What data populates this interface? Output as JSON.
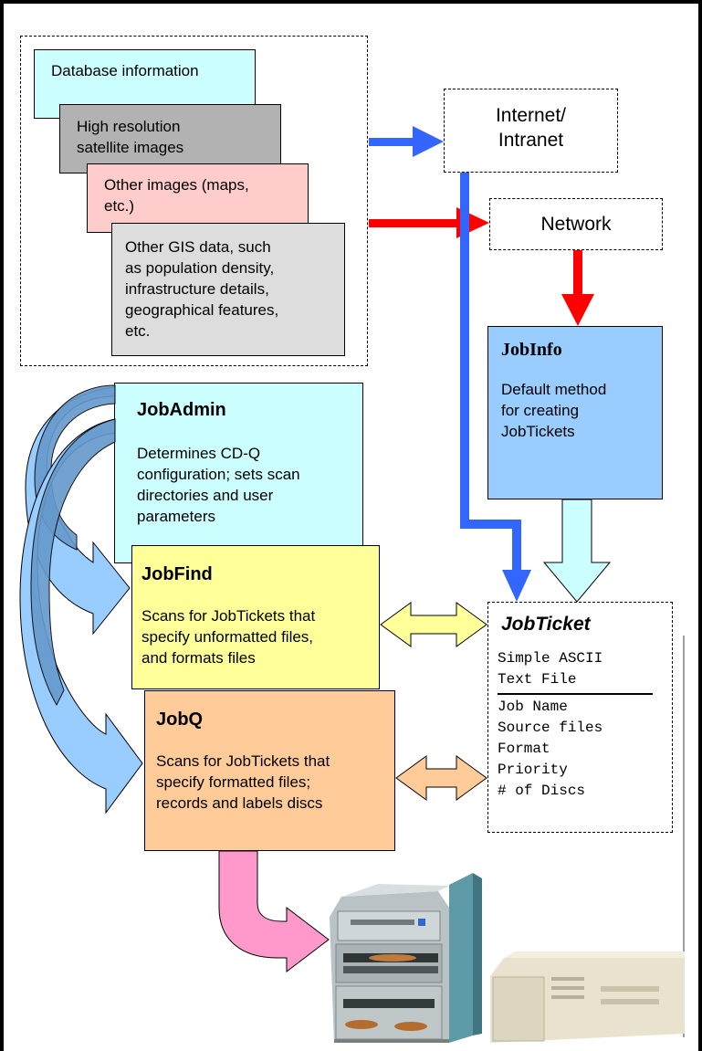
{
  "sources": {
    "database_info": "Database information",
    "satellite": [
      "High resolution",
      "satellite images"
    ],
    "other_images": [
      "Other images (maps,",
      "etc.)"
    ],
    "gis": [
      "Other GIS data, such",
      "as population density,",
      "infrastructure details,",
      "geographical features,",
      "etc."
    ]
  },
  "internet": {
    "lines": [
      "Internet/",
      "Intranet"
    ]
  },
  "network": {
    "label": "Network"
  },
  "jobinfo": {
    "title": "JobInfo",
    "desc": [
      "Default method",
      "for creating",
      "JobTickets"
    ]
  },
  "jobadmin": {
    "title": "JobAdmin",
    "desc": [
      "Determines CD-Q",
      "configuration; sets scan",
      "directories and user",
      "parameters"
    ]
  },
  "jobfind": {
    "title": "JobFind",
    "desc": [
      "Scans for JobTickets that",
      "specify unformatted files,",
      "and formats files"
    ]
  },
  "jobq": {
    "title": "JobQ",
    "desc": [
      "Scans for JobTickets that",
      "specify formatted files;",
      "records and labels discs"
    ]
  },
  "jobticket": {
    "title": "JobTicket",
    "header": [
      "Simple ASCII",
      "Text File"
    ],
    "fields": [
      "Job Name",
      "Source files",
      "Format",
      "Priority",
      "# of Discs"
    ]
  },
  "colors": {
    "cyan": "#ccffff",
    "gray_dark": "#b2b2b2",
    "pink": "#ffcccc",
    "gray_light": "#dddddd",
    "blue_box": "#99ccff",
    "yellow": "#ffff99",
    "orange": "#ffcc99",
    "arrow_blue": "#3366ff",
    "arrow_red": "#ff0000",
    "arrow_pink": "#ff99cc"
  }
}
